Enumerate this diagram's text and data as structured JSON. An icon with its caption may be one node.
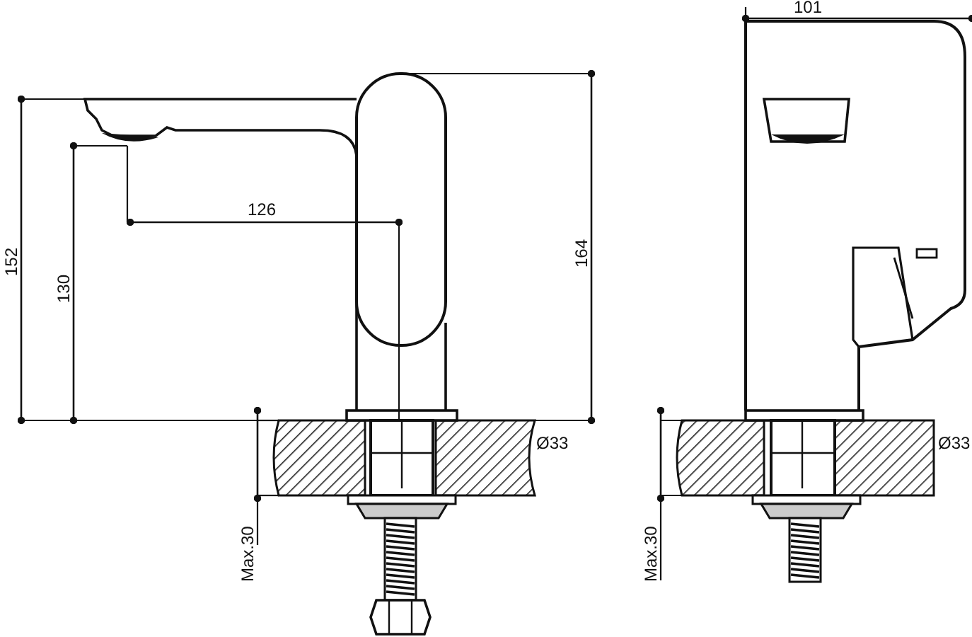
{
  "diagram": {
    "labels": [
      "101",
      "152",
      "130",
      "126",
      "164",
      "Ø33",
      "Max.30",
      "Ø33",
      "Max.30"
    ]
  }
}
